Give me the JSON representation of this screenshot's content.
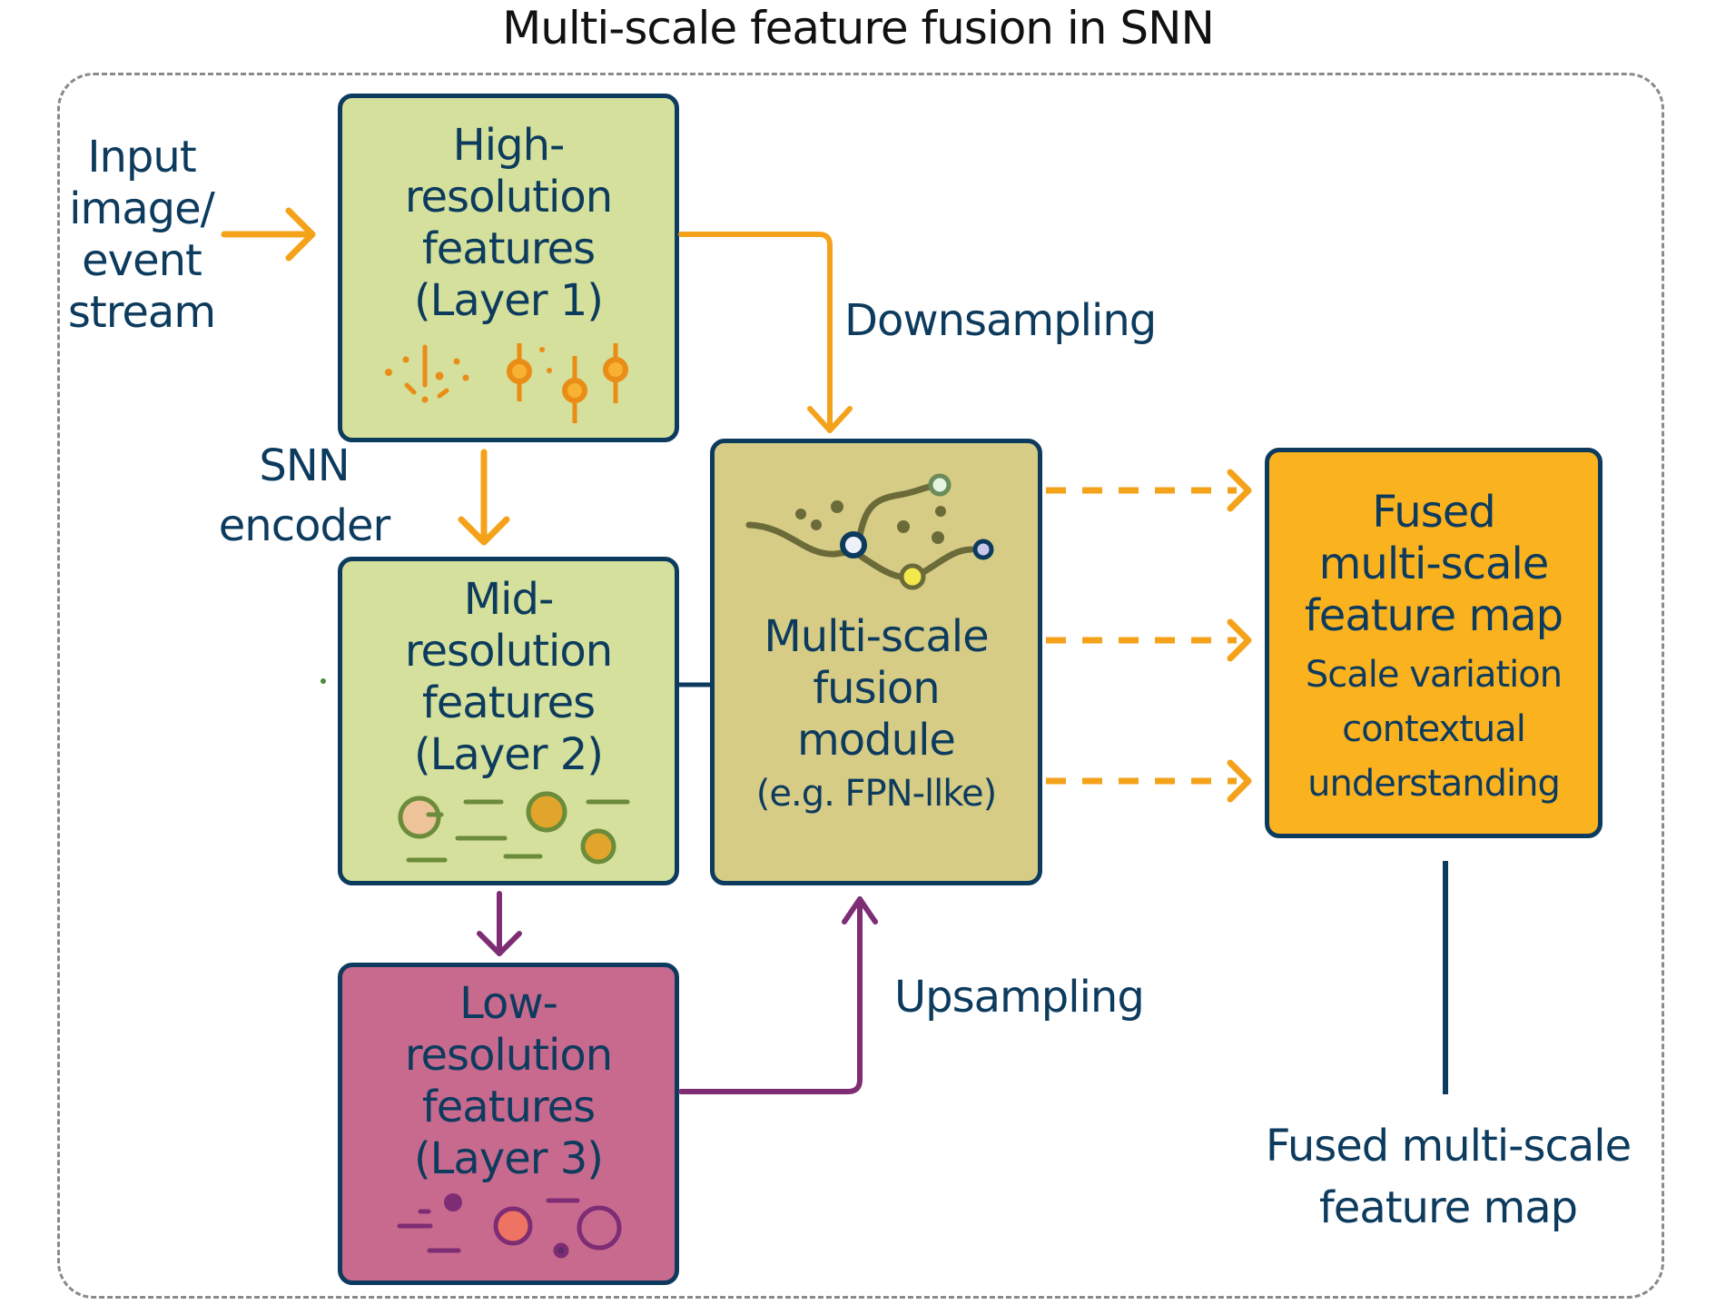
{
  "title": "Multi-scale feature fusion in SNN",
  "input_label": [
    "Input",
    "image/",
    "event",
    "stream"
  ],
  "encoder_label": [
    "SNN",
    "encoder"
  ],
  "boxes": {
    "high": {
      "lines": [
        "High-",
        "resolution",
        "features",
        "(Layer 1)"
      ]
    },
    "mid": {
      "lines": [
        "Mid-",
        "resolution",
        "features",
        "(Layer 2)"
      ]
    },
    "low": {
      "lines": [
        "Low-",
        "resolution",
        "features",
        "(Layer 3)"
      ]
    },
    "fusion": {
      "lines": [
        "Multi-scale",
        "fusion",
        "module"
      ],
      "note": "(e.g. FPN-llke)"
    },
    "fused": {
      "lines": [
        "Fused",
        "multi-scale",
        "feature map"
      ],
      "sub": [
        "Scale variation",
        "contextual",
        "understanding"
      ]
    }
  },
  "edge_labels": {
    "downsampling": "Downsampling",
    "upsampling": "Upsampling"
  },
  "output_label": [
    "Fused multi-scale",
    "feature map"
  ],
  "colors": {
    "orange_arrow": "#f5a21b",
    "purple_arrow": "#7e2d74",
    "navy": "#0d3b5e",
    "green_box": "#d4e09b",
    "pink_box": "#c86a8e",
    "olive_box": "#d6cc85",
    "amber_box": "#fbb21f"
  }
}
